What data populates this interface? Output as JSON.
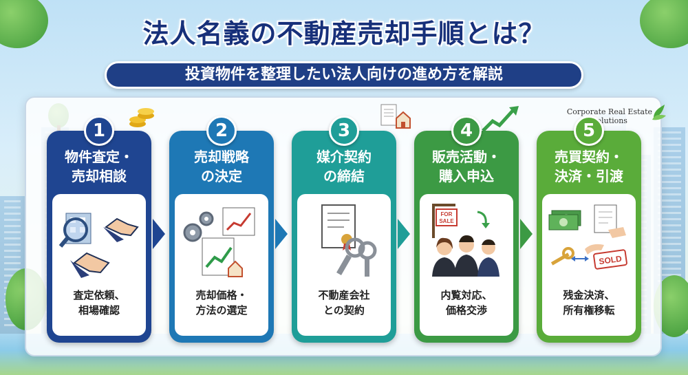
{
  "header": {
    "title": "法人名義の不動産売却手順とは？",
    "subtitle": "投資物件を整理したい法人向けの進め方を解説"
  },
  "brand": {
    "line1": "Corporate Real Estate",
    "line2": "Solutions"
  },
  "steps": [
    {
      "number": "1",
      "title_line1": "物件査定・",
      "title_line2": "売却相談",
      "desc_line1": "査定依頼、",
      "desc_line2": "相場確認",
      "color": "#1f4591",
      "icons": [
        "magnifier-building-icon",
        "handshake-icon"
      ]
    },
    {
      "number": "2",
      "title_line1": "売却戦略",
      "title_line2": "の決定",
      "desc_line1": "売却価格・",
      "desc_line2": "方法の選定",
      "color": "#1e78b5",
      "icons": [
        "gears-icon",
        "chart-icon"
      ]
    },
    {
      "number": "3",
      "title_line1": "媒介契約",
      "title_line2": "の締結",
      "desc_line1": "不動産会社",
      "desc_line2": "との契約",
      "color": "#1f9e98",
      "icons": [
        "contract-icon",
        "keys-icon"
      ]
    },
    {
      "number": "4",
      "title_line1": "販売活動・",
      "title_line2": "購入申込",
      "desc_line1": "内覧対応、",
      "desc_line2": "価格交渉",
      "color": "#3c9a44",
      "icons": [
        "for-sale-sign-icon",
        "buyers-icon"
      ],
      "sign": "FOR SALE"
    },
    {
      "number": "5",
      "title_line1": "売買契約・",
      "title_line2": "決済・引渡",
      "desc_line1": "残金決済、",
      "desc_line2": "所有権移転",
      "color": "#5aac3a",
      "icons": [
        "money-icon",
        "key-handover-icon"
      ],
      "sign": "SOLD"
    }
  ],
  "arrow_colors": [
    "#1f4591",
    "#1e78b5",
    "#1f9e98",
    "#3c9a44"
  ]
}
